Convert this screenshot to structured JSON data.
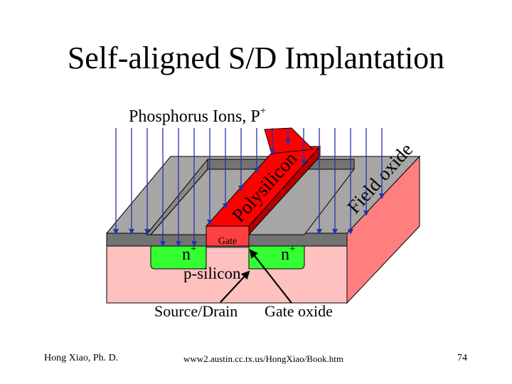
{
  "title": "Self-aligned S/D Implantation",
  "labels": {
    "ions": "Phosphorus Ions, P",
    "ions_sup": "+",
    "polysilicon": "Polysilicon",
    "field_oxide": "Field oxide",
    "gate": "Gate",
    "n_plus": "n",
    "n_sup": "+",
    "p_silicon": "p-silicon",
    "source_drain": "Source/Drain",
    "gate_oxide": "Gate oxide"
  },
  "footer": {
    "author": "Hong Xiao, Ph. D.",
    "url": "www2.austin.cc.tx.us/HongXiao/Book.htm",
    "page": "74"
  },
  "colors": {
    "field_oxide_top": "#a6a6a6",
    "field_oxide_side": "#737373",
    "silicon_front": "#ffc0c0",
    "silicon_side": "#ff7f7f",
    "n_region": "#33ff33",
    "poly_front": "#ff4040",
    "poly_top": "#ff0000",
    "poly_side": "#b30000",
    "ion_arrows": "#2233aa"
  }
}
